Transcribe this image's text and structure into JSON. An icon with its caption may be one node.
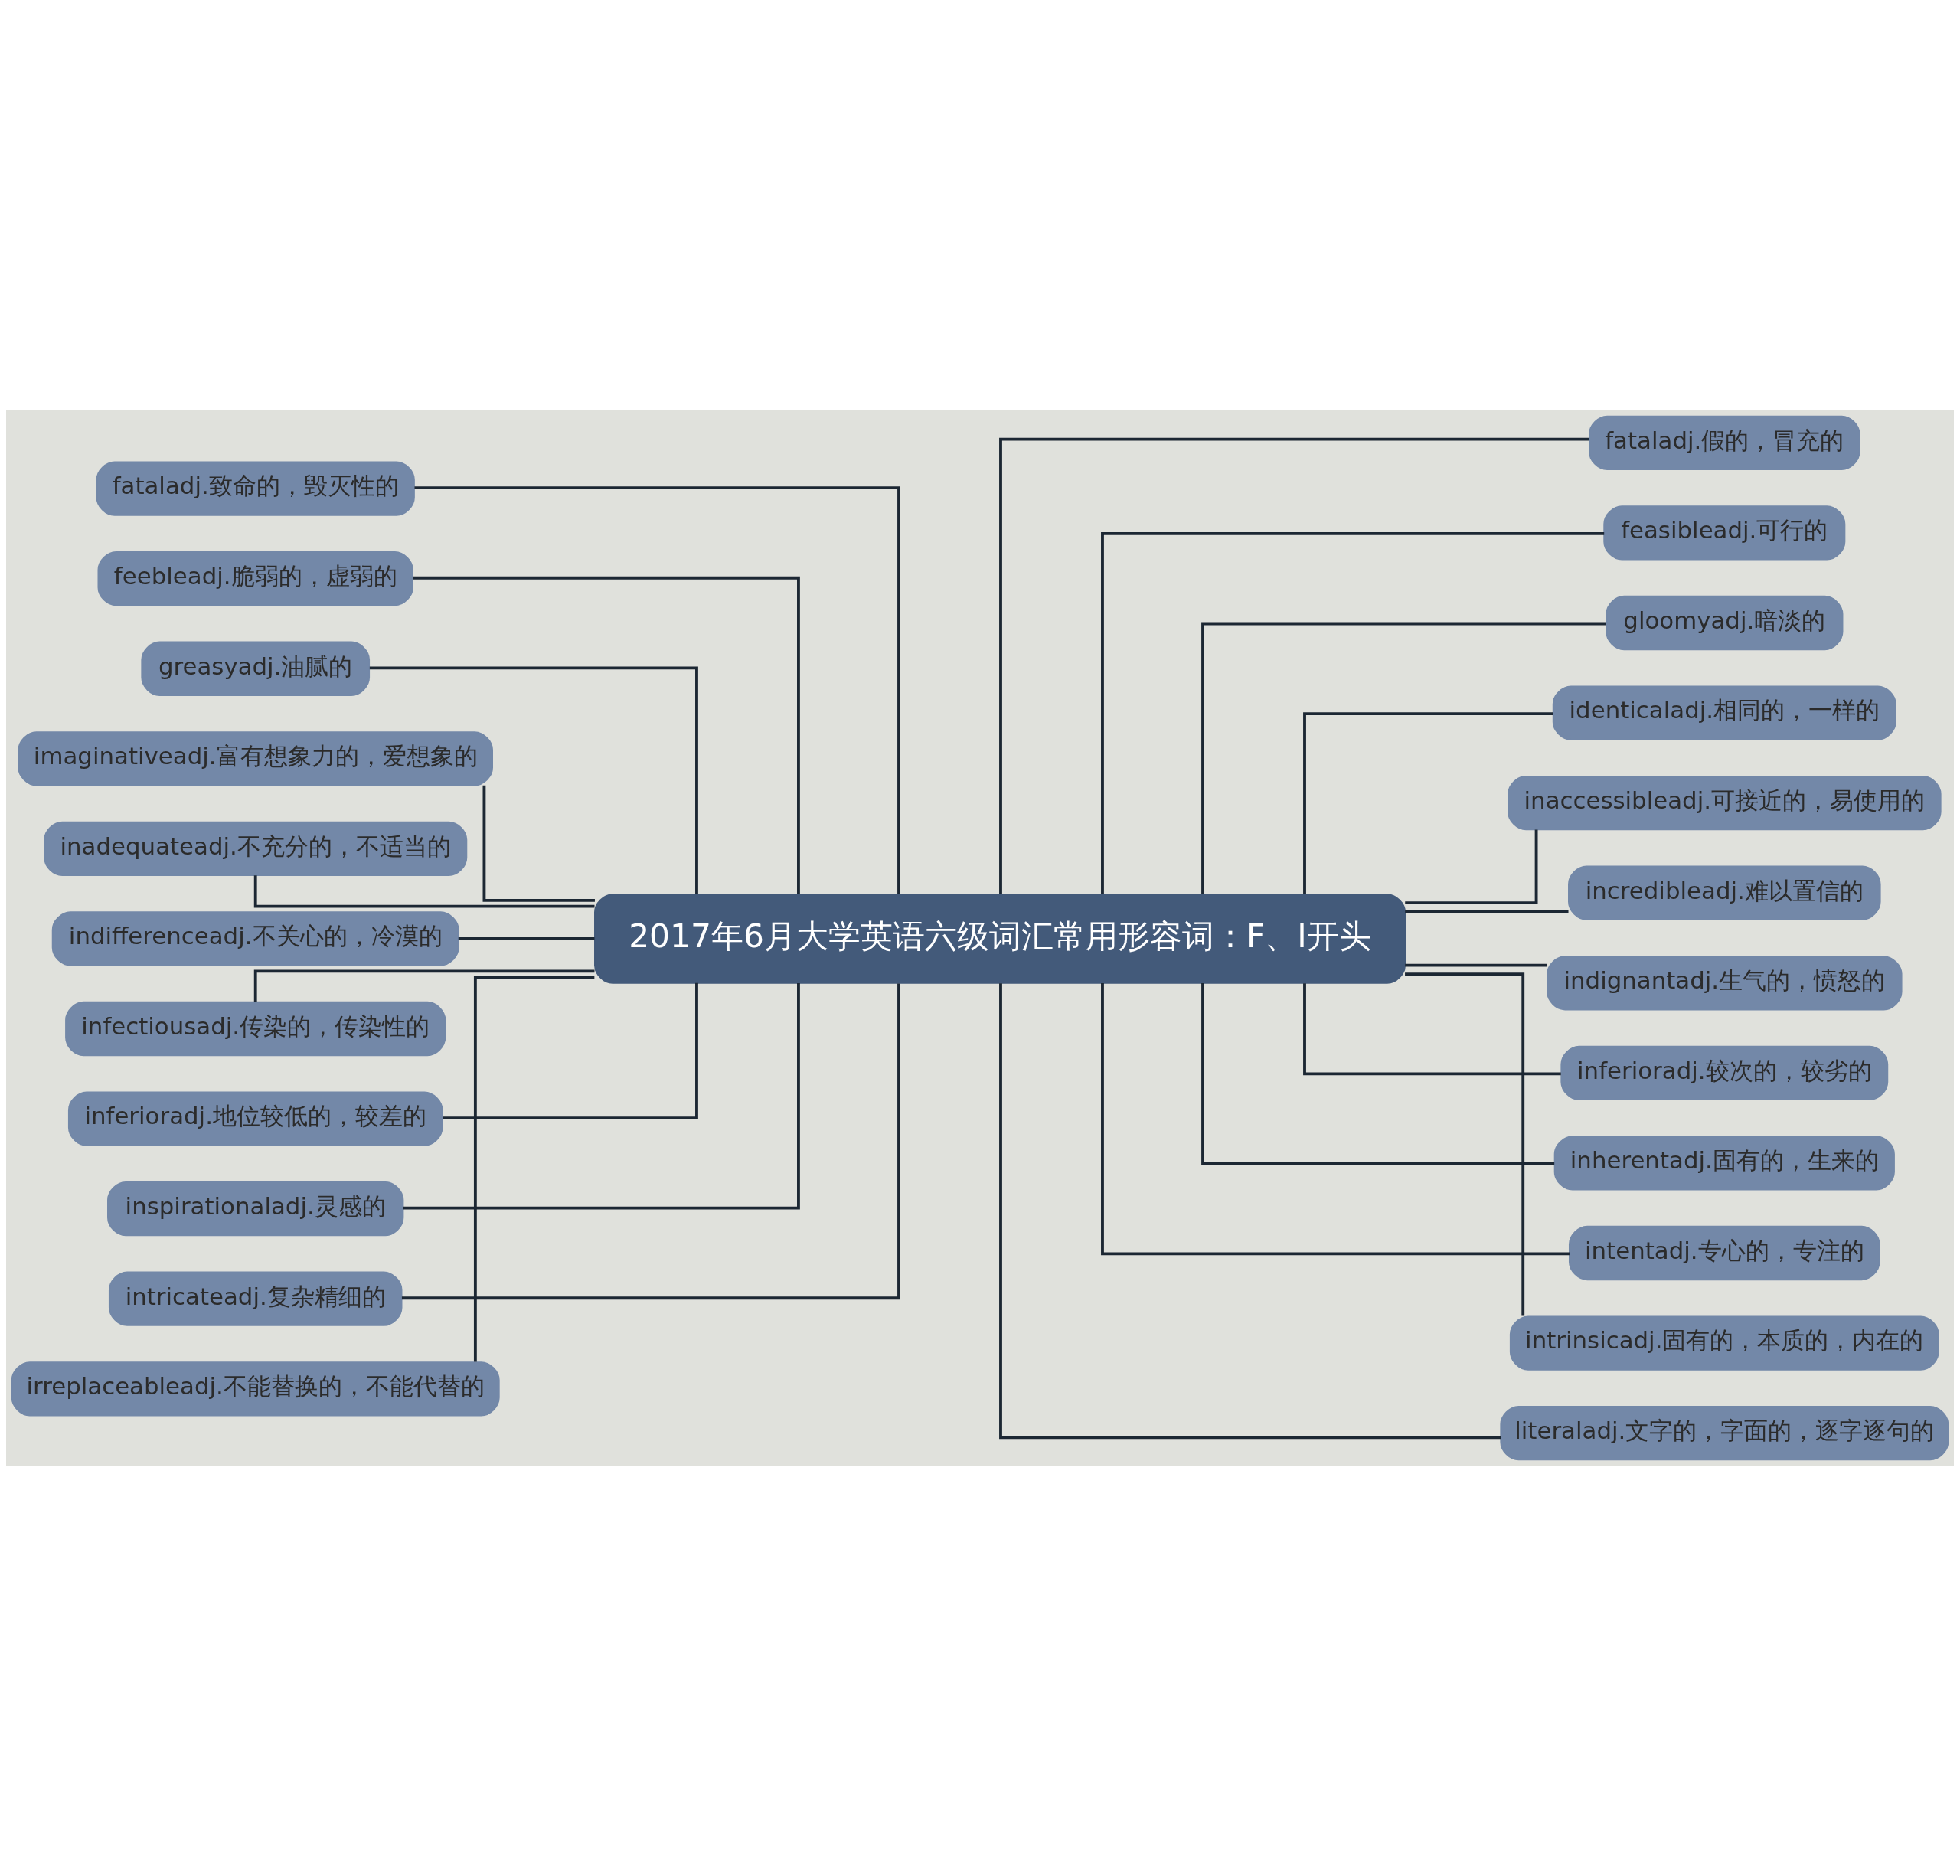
{
  "diagram": {
    "nodes": [
      {
        "text": [
          "2017年6月大学英语六级词汇常用形容词：F、I开头"
        ]
      },
      {
        "text": [
          "fataladj.致命的，毁灭性的"
        ]
      },
      {
        "text": [
          "feebleadj.脆弱的，虚弱的"
        ]
      },
      {
        "text": [
          "greasyadj.油腻的"
        ]
      },
      {
        "text": [
          "imaginativeadj.富有想象力的，爱想象的"
        ]
      },
      {
        "text": [
          "inadequateadj.不充分的，不适当的"
        ]
      },
      {
        "text": [
          "indifferenceadj.不关心的，冷漠的"
        ]
      },
      {
        "text": [
          "infectiousadj.传染的，传染性的"
        ]
      },
      {
        "text": [
          "inferioradj.地位较低的，较差的"
        ]
      },
      {
        "text": [
          "inspirationaladj.灵感的"
        ]
      },
      {
        "text": [
          "intricateadj.复杂精细的"
        ]
      },
      {
        "text": [
          "irreplaceableadj.不能替换的，不能代替的"
        ]
      },
      {
        "text": [
          "fataladj.假的，冒充的"
        ]
      },
      {
        "text": [
          "feasibleadj.可行的"
        ]
      },
      {
        "text": [
          "gloomyadj.暗淡的"
        ]
      },
      {
        "text": [
          "identicaladj.相同的，一样的"
        ]
      },
      {
        "text": [
          "inaccessibleadj.可接近的，易使用的"
        ]
      },
      {
        "text": [
          "incredibleadj.难以置信的"
        ]
      },
      {
        "text": [
          "indignantadj.生气的，愤怒的"
        ]
      },
      {
        "text": [
          "inferioradj.较次的，较劣的"
        ]
      },
      {
        "text": [
          "inherentadj.固有的，生来的"
        ]
      },
      {
        "text": [
          "intentadj.专心的，专注的"
        ]
      },
      {
        "text": [
          "intrinsicadj.固有的，本质的，内在的"
        ]
      },
      {
        "text": [
          "literaladj.文字的，字面的，逐字逐句的"
        ]
      }
    ],
    "edges": [
      {
        "from": 0,
        "to": 1,
        "arrow": "none"
      },
      {
        "from": 0,
        "to": 2,
        "arrow": "none"
      },
      {
        "from": 0,
        "to": 3,
        "arrow": "none"
      },
      {
        "from": 0,
        "to": 4,
        "arrow": "none"
      },
      {
        "from": 0,
        "to": 5,
        "arrow": "none"
      },
      {
        "from": 0,
        "to": 6,
        "arrow": "none"
      },
      {
        "from": 0,
        "to": 7,
        "arrow": "none"
      },
      {
        "from": 0,
        "to": 8,
        "arrow": "none"
      },
      {
        "from": 0,
        "to": 9,
        "arrow": "none"
      },
      {
        "from": 0,
        "to": 10,
        "arrow": "none"
      },
      {
        "from": 0,
        "to": 11,
        "arrow": "none"
      },
      {
        "from": 0,
        "to": 12,
        "arrow": "none"
      },
      {
        "from": 0,
        "to": 13,
        "arrow": "none"
      },
      {
        "from": 0,
        "to": 14,
        "arrow": "none"
      },
      {
        "from": 0,
        "to": 15,
        "arrow": "none"
      },
      {
        "from": 0,
        "to": 16,
        "arrow": "none"
      },
      {
        "from": 0,
        "to": 17,
        "arrow": "none"
      },
      {
        "from": 0,
        "to": 18,
        "arrow": "none"
      },
      {
        "from": 0,
        "to": 19,
        "arrow": "none"
      },
      {
        "from": 0,
        "to": 20,
        "arrow": "none"
      },
      {
        "from": 0,
        "to": 21,
        "arrow": "none"
      },
      {
        "from": 0,
        "to": 22,
        "arrow": "none"
      },
      {
        "from": 0,
        "to": 23,
        "arrow": "none"
      }
    ]
  }
}
